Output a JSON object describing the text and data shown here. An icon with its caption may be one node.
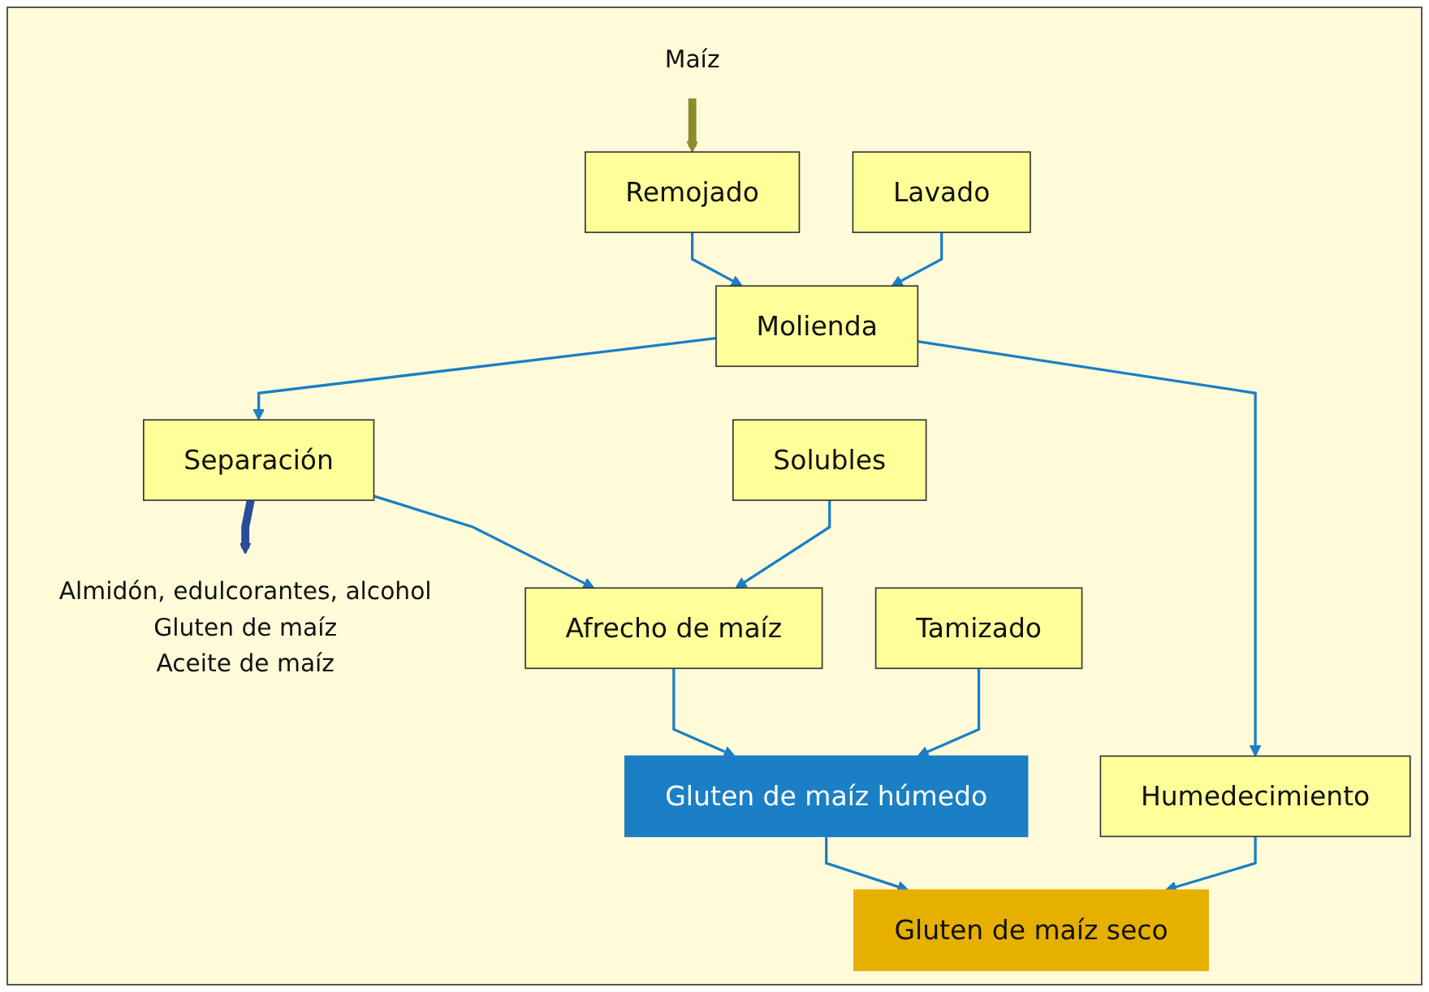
{
  "diagram": {
    "nodes": [
      {
        "text": [
          "Maíz"
        ]
      },
      {
        "text": [
          "Remojado"
        ]
      },
      {
        "text": [
          "Humedecimiento"
        ]
      },
      {
        "text": [
          "Molienda"
        ]
      },
      {
        "text": [
          "Lavado"
        ]
      },
      {
        "text": [
          "Separación"
        ]
      },
      {
        "text": [
          "Almidón, edulcorantes, alcohol",
          "Gluten de maíz",
          "Aceite de maíz"
        ]
      },
      {
        "text": [
          "Afrecho de maíz"
        ]
      },
      {
        "text": [
          "Solubles"
        ]
      },
      {
        "text": [
          "Gluten de maíz húmedo"
        ]
      },
      {
        "text": [
          "Tamizado"
        ]
      },
      {
        "text": [
          "Gluten de maíz seco"
        ]
      }
    ],
    "edges": [
      {
        "from": 0,
        "to": 1,
        "arrow": "to",
        "style": "thick",
        "color": "#8c8c2a"
      },
      {
        "from": 1,
        "to": 3,
        "arrow": "to"
      },
      {
        "from": 3,
        "to": 2,
        "arrow": "to"
      },
      {
        "from": 4,
        "to": 3,
        "arrow": "to"
      },
      {
        "from": 3,
        "to": 5,
        "arrow": "to"
      },
      {
        "from": 5,
        "to": 6,
        "arrow": "to",
        "style": "thick",
        "color": "#2e4a9a"
      },
      {
        "from": 5,
        "to": 7,
        "arrow": "to"
      },
      {
        "from": 8,
        "to": 7,
        "arrow": "to"
      },
      {
        "from": 7,
        "to": 9,
        "arrow": "to"
      },
      {
        "from": 10,
        "to": 9,
        "arrow": "to"
      },
      {
        "from": 9,
        "to": 11,
        "arrow": "to"
      },
      {
        "from": 2,
        "to": 11,
        "arrow": "to"
      }
    ]
  }
}
